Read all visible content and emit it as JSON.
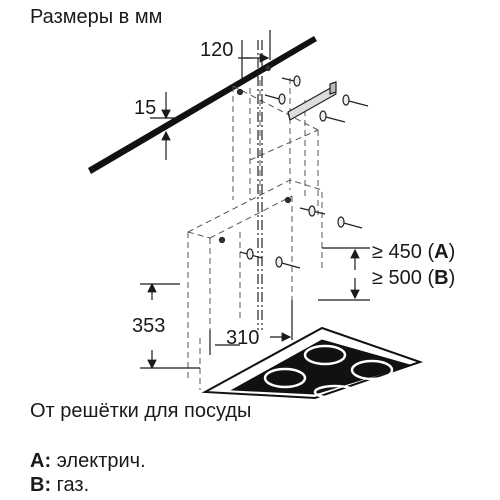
{
  "title": "Размеры в мм",
  "dimensions": {
    "width_top": "120",
    "offset_top": "15",
    "height_left": "353",
    "width_bottom": "310"
  },
  "requirements": {
    "a_prefix": "≥ 450 (",
    "a_letter": "A",
    "a_suffix": ")",
    "b_prefix": "≥ 500 (",
    "b_letter": "B",
    "b_suffix": ")"
  },
  "caption": "От решётки для посуды",
  "legend": {
    "a_key": "A:",
    "a_text": " электрич.",
    "b_key": "B:",
    "b_text": " газ."
  }
}
